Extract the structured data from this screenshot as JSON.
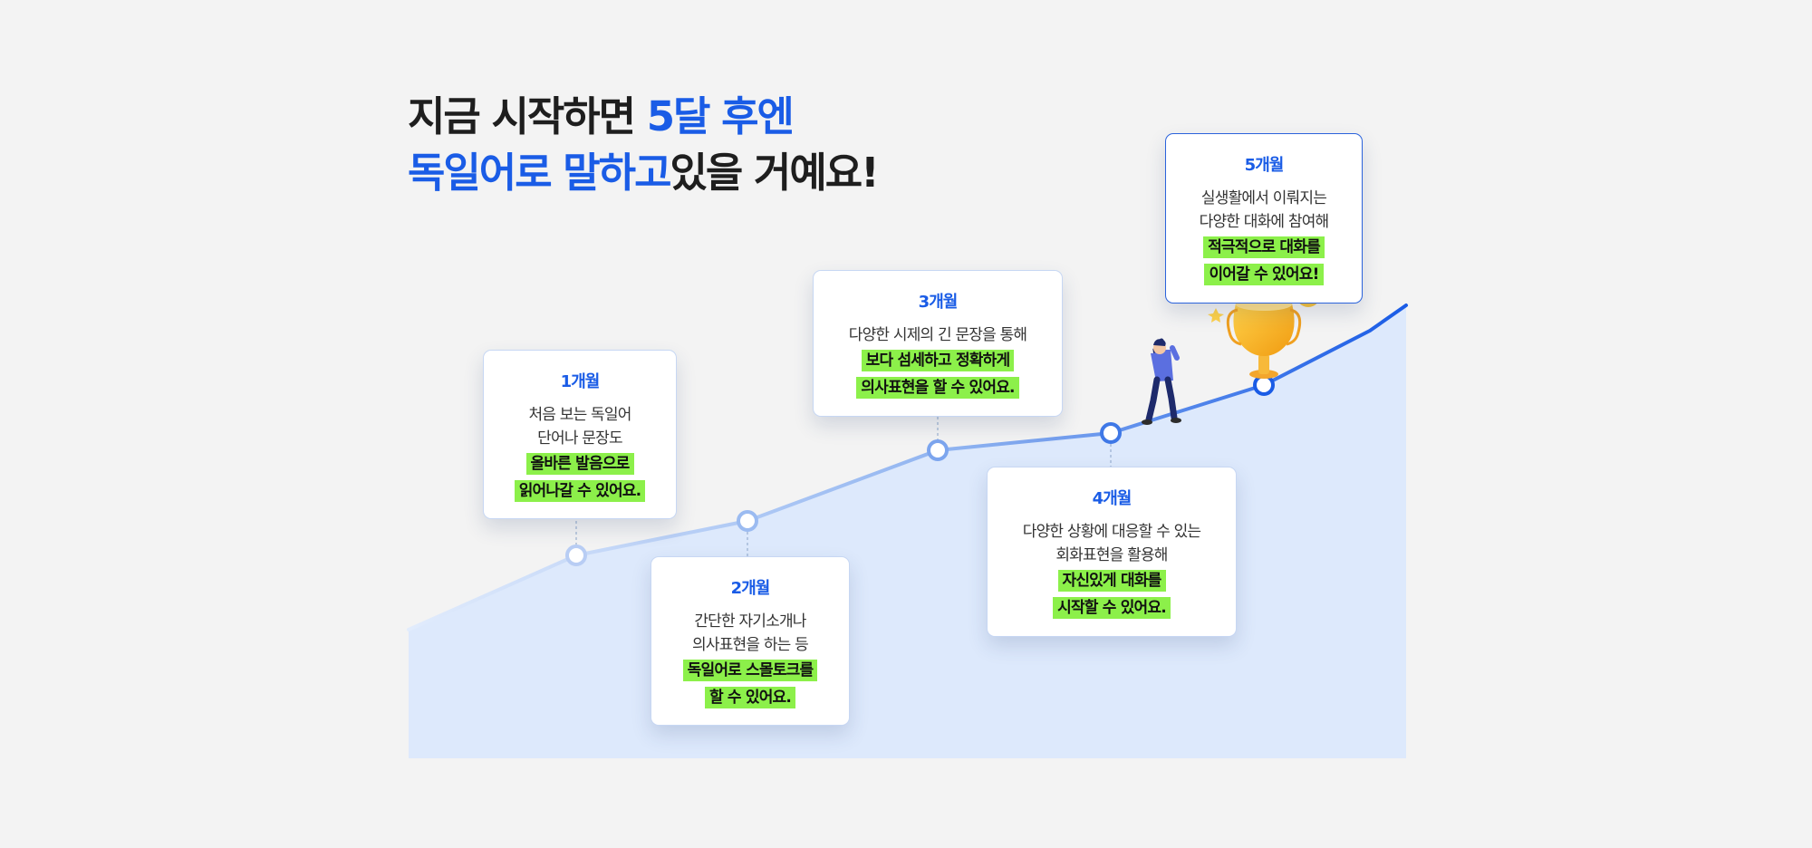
{
  "headline": {
    "line1": {
      "plain": "지금 시작하면 ",
      "accent": "5달 후엔"
    },
    "line2": {
      "accent": "독일어로 말하고",
      "plain": "있을 거예요!"
    }
  },
  "colors": {
    "background": "#f3f3f3",
    "accent": "#1a5ce6",
    "highlight": "#8cf04a",
    "area_fill": "#dde9fc",
    "line": "#1a5ce6"
  },
  "milestones": [
    {
      "title": "1개월",
      "lines": [
        "처음 보는 독일어",
        "단어나 문장도"
      ],
      "highlights": [
        "올바른 발음으로",
        "읽어나갈 수 있어요."
      ]
    },
    {
      "title": "2개월",
      "lines": [
        "간단한 자기소개나",
        "의사표현을 하는 등"
      ],
      "highlights": [
        "독일어로 스몰토크를",
        "할 수 있어요."
      ]
    },
    {
      "title": "3개월",
      "lines": [
        "다양한 시제의 긴 문장을 통해"
      ],
      "highlights": [
        "보다 섬세하고 정확하게",
        "의사표현을 할 수 있어요."
      ]
    },
    {
      "title": "4개월",
      "lines": [
        "다양한 상황에 대응할 수 있는",
        "회화표현을 활용해"
      ],
      "highlights": [
        "자신있게 대화를",
        "시작할 수 있어요."
      ]
    },
    {
      "title": "5개월",
      "lines": [
        "실생활에서 이뤄지는",
        "다양한 대화에 참여해"
      ],
      "highlights": [
        "적극적으로 대화를",
        "이어갈 수 있어요!"
      ]
    }
  ],
  "illustrations": [
    "climbing-person-icon",
    "trophy-icon",
    "laughing-emoji-icon"
  ]
}
